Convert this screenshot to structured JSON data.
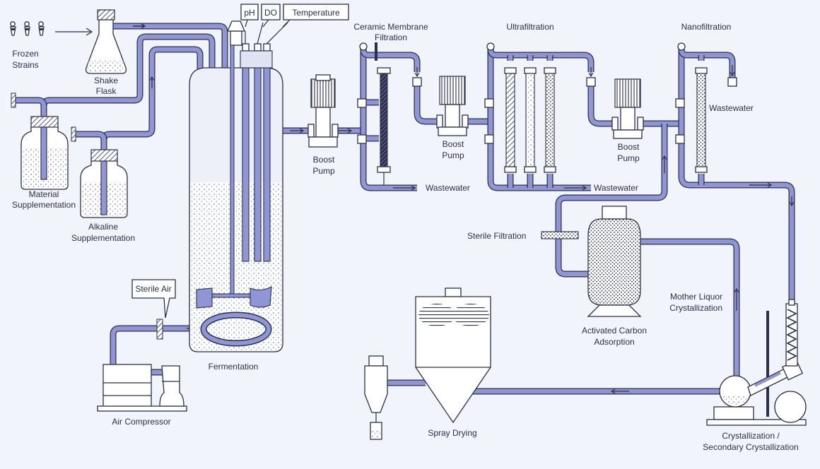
{
  "labels": {
    "frozen_strains": [
      "Frozen",
      "Strains"
    ],
    "shake_flask": [
      "Shake",
      "Flask"
    ],
    "material_supplementation": [
      "Material",
      "Supplementation"
    ],
    "alkaline_supplementation": [
      "Alkaline",
      "Supplementation"
    ],
    "ph": "pH",
    "do": "DO",
    "temperature": "Temperature",
    "fermentation": "Fermentation",
    "sterile_air": "Sterile Air",
    "air_compressor": "Air Compressor",
    "boost_pump_1": [
      "Boost",
      "Pump"
    ],
    "boost_pump_2": [
      "Boost",
      "Pump"
    ],
    "boost_pump_3": [
      "Boost",
      "Pump"
    ],
    "ceramic_membrane": [
      "Ceramic Membrane",
      "Filtration"
    ],
    "ultrafiltration": "Ultrafiltration",
    "nanofiltration": "Nanofiltration",
    "wastewater_1": "Wastewater",
    "wastewater_2": "Wastewater",
    "wastewater_3": "Wastewater",
    "sterile_filtration": "Sterile  Filtration",
    "activated_carbon": [
      "Activated Carbon",
      "Adsorption"
    ],
    "mother_liquor": [
      "Mother Liquor",
      "Crystallization"
    ],
    "spray_drying": "Spray Drying",
    "crystallization": [
      "Crystallization /",
      "Secondary Crystallization"
    ]
  },
  "colors": {
    "pipe_fill": "#8f96d6",
    "outline": "#2a2f4a",
    "background": "#f1f4fb"
  }
}
